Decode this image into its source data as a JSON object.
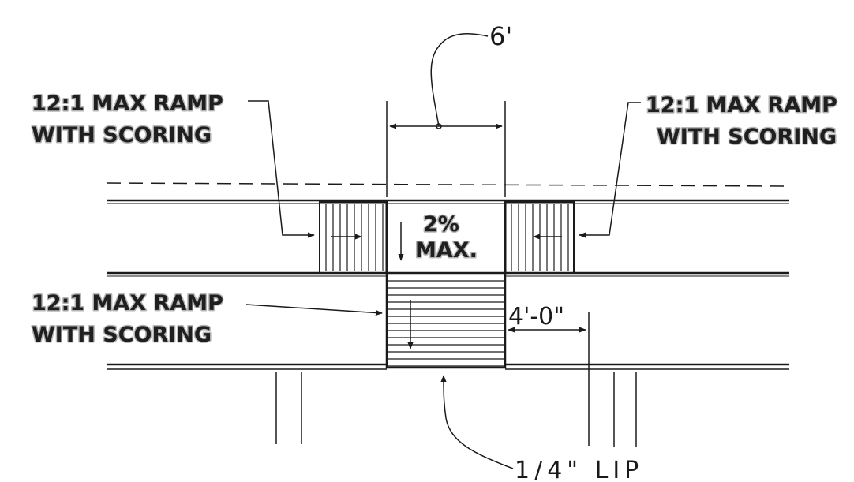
{
  "labels": {
    "ramp_upper_left": {
      "line1": "12:1 MAX RAMP",
      "line2": "WITH SCORING"
    },
    "ramp_upper_right": {
      "line1": "12:1 MAX RAMP",
      "line2": "WITH SCORING"
    },
    "ramp_lower_left": {
      "line1": "12:1 MAX RAMP",
      "line2": "WITH SCORING"
    },
    "landing_slope": {
      "line1": "2%",
      "line2": "MAX."
    }
  },
  "dimensions": {
    "crossing_width": "6'",
    "offset": "4'-0\"",
    "lip": "1/4\" LIP"
  },
  "colors": {
    "ink": "#1a1a1a",
    "label_halo": "#b5b5b5",
    "paper": "#ffffff"
  }
}
